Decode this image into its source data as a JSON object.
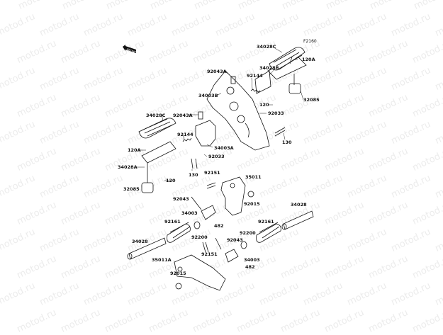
{
  "diagram": {
    "figure_code": "F2160",
    "front_indicator": "FRONT",
    "watermark": "motod.ru",
    "labels": [
      {
        "id": "l1",
        "text": "34028C"
      },
      {
        "id": "l2",
        "text": "120A"
      },
      {
        "id": "l3",
        "text": "92043A"
      },
      {
        "id": "l4",
        "text": "92144"
      },
      {
        "id": "l5",
        "text": "34028B"
      },
      {
        "id": "l6",
        "text": "34003B"
      },
      {
        "id": "l7",
        "text": "120"
      },
      {
        "id": "l8",
        "text": "32085"
      },
      {
        "id": "l9",
        "text": "92033"
      },
      {
        "id": "l10",
        "text": "34028C"
      },
      {
        "id": "l11",
        "text": "92043A"
      },
      {
        "id": "l12",
        "text": "92144"
      },
      {
        "id": "l13",
        "text": "130"
      },
      {
        "id": "l14",
        "text": "34003A"
      },
      {
        "id": "l15",
        "text": "120A"
      },
      {
        "id": "l16",
        "text": "92033"
      },
      {
        "id": "l17",
        "text": "34028A"
      },
      {
        "id": "l18",
        "text": "130"
      },
      {
        "id": "l19",
        "text": "120"
      },
      {
        "id": "l20",
        "text": "92151"
      },
      {
        "id": "l21",
        "text": "35011"
      },
      {
        "id": "l22",
        "text": "32085"
      },
      {
        "id": "l23",
        "text": "92043"
      },
      {
        "id": "l24",
        "text": "92015"
      },
      {
        "id": "l25",
        "text": "34003"
      },
      {
        "id": "l26",
        "text": "34028"
      },
      {
        "id": "l27",
        "text": "482"
      },
      {
        "id": "l28",
        "text": "92161"
      },
      {
        "id": "l29",
        "text": "92161"
      },
      {
        "id": "l30",
        "text": "92200"
      },
      {
        "id": "l31",
        "text": "92200"
      },
      {
        "id": "l32",
        "text": "34028"
      },
      {
        "id": "l33",
        "text": "92043"
      },
      {
        "id": "l34",
        "text": "92151"
      },
      {
        "id": "l35",
        "text": "35011A"
      },
      {
        "id": "l36",
        "text": "34003"
      },
      {
        "id": "l37",
        "text": "92015"
      },
      {
        "id": "l38",
        "text": "482"
      }
    ]
  }
}
